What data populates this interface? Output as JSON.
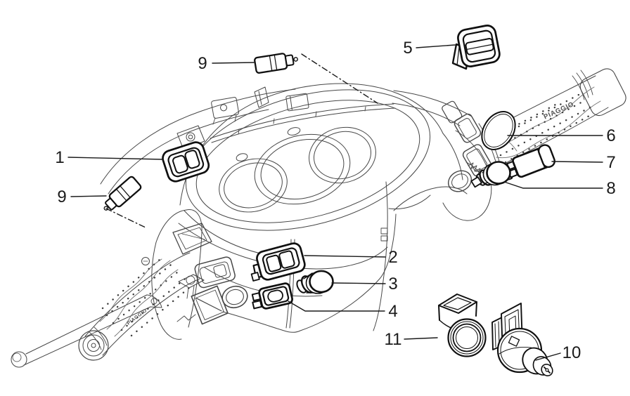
{
  "diagram": {
    "callouts": [
      {
        "id": "1",
        "number": "1"
      },
      {
        "id": "2",
        "number": "2"
      },
      {
        "id": "3",
        "number": "3"
      },
      {
        "id": "4",
        "number": "4"
      },
      {
        "id": "5",
        "number": "5"
      },
      {
        "id": "6",
        "number": "6"
      },
      {
        "id": "7",
        "number": "7"
      },
      {
        "id": "8",
        "number": "8"
      },
      {
        "id": "9-upper",
        "number": "9"
      },
      {
        "id": "9-left",
        "number": "9"
      },
      {
        "id": "10",
        "number": "10"
      },
      {
        "id": "11",
        "number": "11"
      }
    ],
    "branding": {
      "right_grip_text": "PIAGGIO",
      "left_grip_text": "PIAGGIO"
    },
    "colors": {
      "background": "#ffffff",
      "body_line": "#474747",
      "faint_line": "#6f6f6f",
      "bold_part_line": "#101010",
      "label": "#1a1a1a"
    }
  }
}
